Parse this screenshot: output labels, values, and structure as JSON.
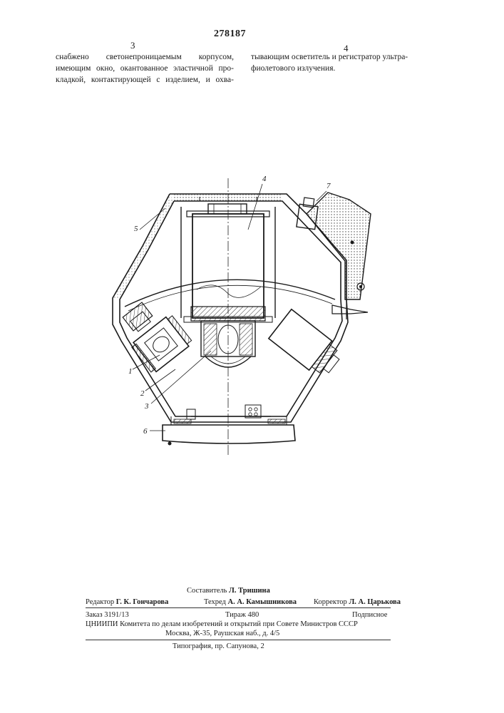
{
  "header": {
    "patent_number": "278187",
    "left_column_number": "3",
    "right_column_number": "4"
  },
  "text": {
    "left_lines": [
      "снабжено светонепроницаемым корпусом,",
      "имеющим окно, окантованное эластичной про-",
      "кладкой, контактирующей с изделием, и охва-"
    ],
    "right_lines": [
      "тывающим осветитель и регистратор ультра-",
      "фиолетового излучения."
    ]
  },
  "figure": {
    "callouts": [
      "1",
      "2",
      "3",
      "4",
      "5",
      "6",
      "7"
    ]
  },
  "footer": {
    "compiler_label": "Составитель",
    "compiler_name": "Л. Тришина",
    "editor_label": "Редактор",
    "editor_name": "Г. К. Гончарова",
    "techred_label": "Техред",
    "techred_name": "А. А. Камышникова",
    "corrector_label": "Корректор",
    "corrector_name": "Л. А. Царькова",
    "order": "Заказ 3191/13",
    "circulation": "Тираж 480",
    "subscription": "Подписное",
    "publisher_line": "ЦНИИПИ Комитета по делам изобретений и открытий при Совете Министров СССР",
    "address": "Москва, Ж-35, Раушская наб., д. 4/5",
    "printing_house": "Типография, пр. Сапунова, 2"
  }
}
